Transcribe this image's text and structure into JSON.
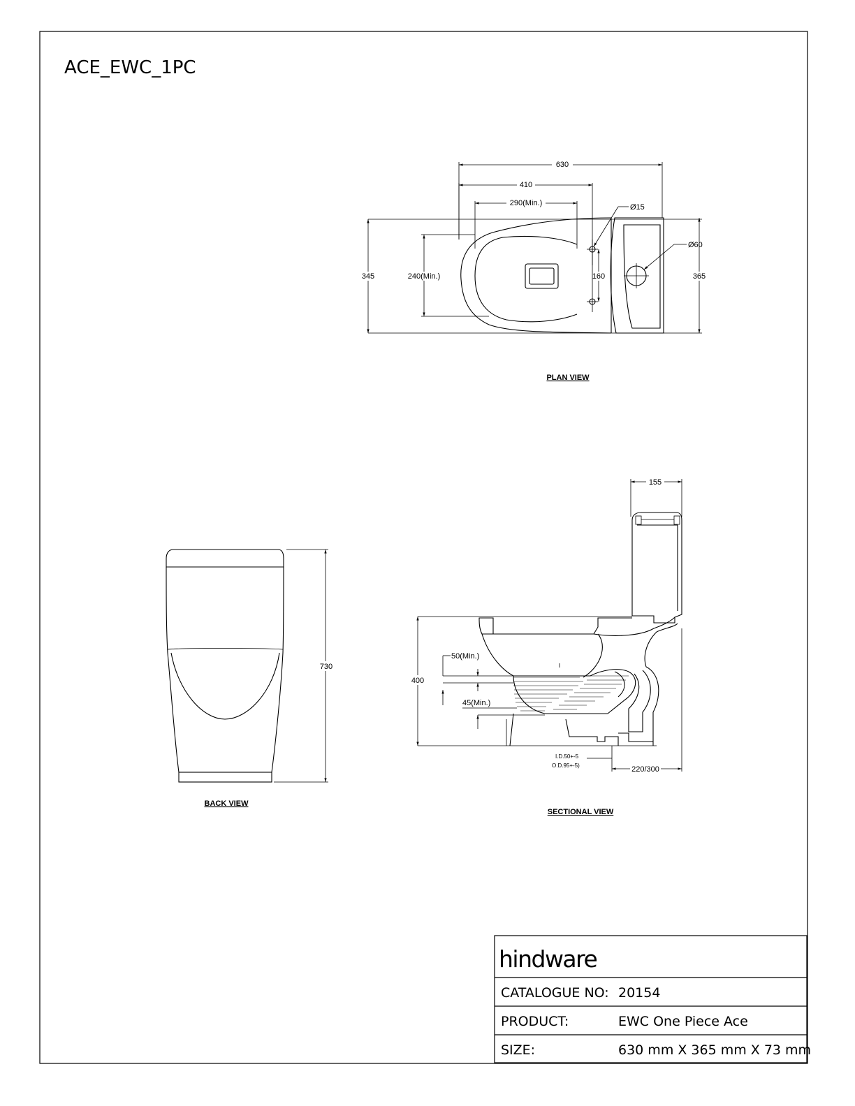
{
  "drawing_title": "ACE_EWC_1PC",
  "views": {
    "plan": {
      "label": "PLAN VIEW",
      "dims": {
        "overall_length": "630",
        "length_410": "410",
        "length_min": "290(Min.)",
        "hole_small": "Ø15",
        "hole_large": "Ø60",
        "width_left": "345",
        "width_min": "240(Min.)",
        "hole_spacing": "160",
        "width_right": "365"
      }
    },
    "back": {
      "label": "BACK VIEW",
      "dims": {
        "height": "730"
      }
    },
    "sectional": {
      "label": "SECTIONAL VIEW",
      "dims": {
        "tank_depth": "155",
        "height": "400",
        "water_seal_min": "50(Min.)",
        "trap_min": "45(Min.)",
        "outlet_id": "I.D.50+-5",
        "outlet_od": "O.D.95+-5)",
        "rough_in": "220/300"
      }
    }
  },
  "title_block": {
    "brand": "hindware",
    "rows": [
      {
        "label": "CATALOGUE NO:",
        "value": "20154"
      },
      {
        "label": "PRODUCT:",
        "value": "EWC One Piece Ace"
      },
      {
        "label": "SIZE:",
        "value": "630 mm X 365 mm X 73 mm"
      }
    ]
  }
}
